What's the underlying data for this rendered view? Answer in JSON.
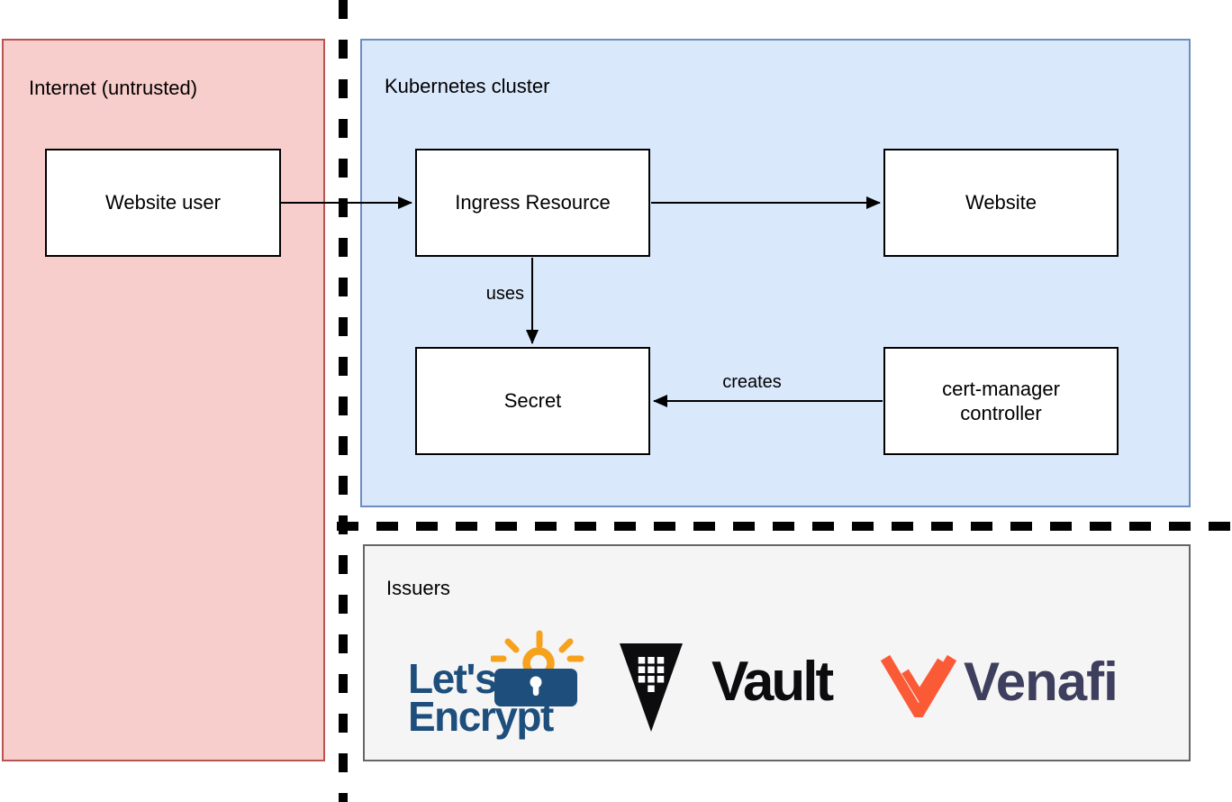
{
  "zones": {
    "internet": {
      "label": "Internet (untrusted)",
      "fill": "#f8cecc",
      "border": "#b85450"
    },
    "cluster": {
      "label": "Kubernetes cluster",
      "fill": "#dae8fc",
      "border": "#6c8ebf"
    },
    "issuers": {
      "label": "Issuers",
      "fill": "#f5f5f5",
      "border": "#666666"
    }
  },
  "nodes": {
    "website_user": {
      "label": "Website user"
    },
    "ingress_resource": {
      "label": "Ingress Resource"
    },
    "website": {
      "label": "Website"
    },
    "secret": {
      "label": "Secret"
    },
    "cert_manager_controller": {
      "label": "cert-manager\ncontroller"
    }
  },
  "edge_labels": {
    "uses": "uses",
    "creates": "creates"
  },
  "lines": {
    "color": "#000000",
    "node_fill": "#ffffff",
    "boundary_style": "thick dashed black"
  },
  "logos": {
    "lets_encrypt": {
      "line1": "Let's",
      "line2": "Encrypt",
      "text_color": "#1d4e7c",
      "lock_color": "#1d4e7c",
      "sun_color": "#f6a21e"
    },
    "vault": {
      "wordmark": "Vault",
      "color": "#0c0c0e"
    },
    "venafi": {
      "wordmark": "Venafi",
      "mark_color": "#fb5a37",
      "text_color": "#3e3e5e"
    }
  }
}
